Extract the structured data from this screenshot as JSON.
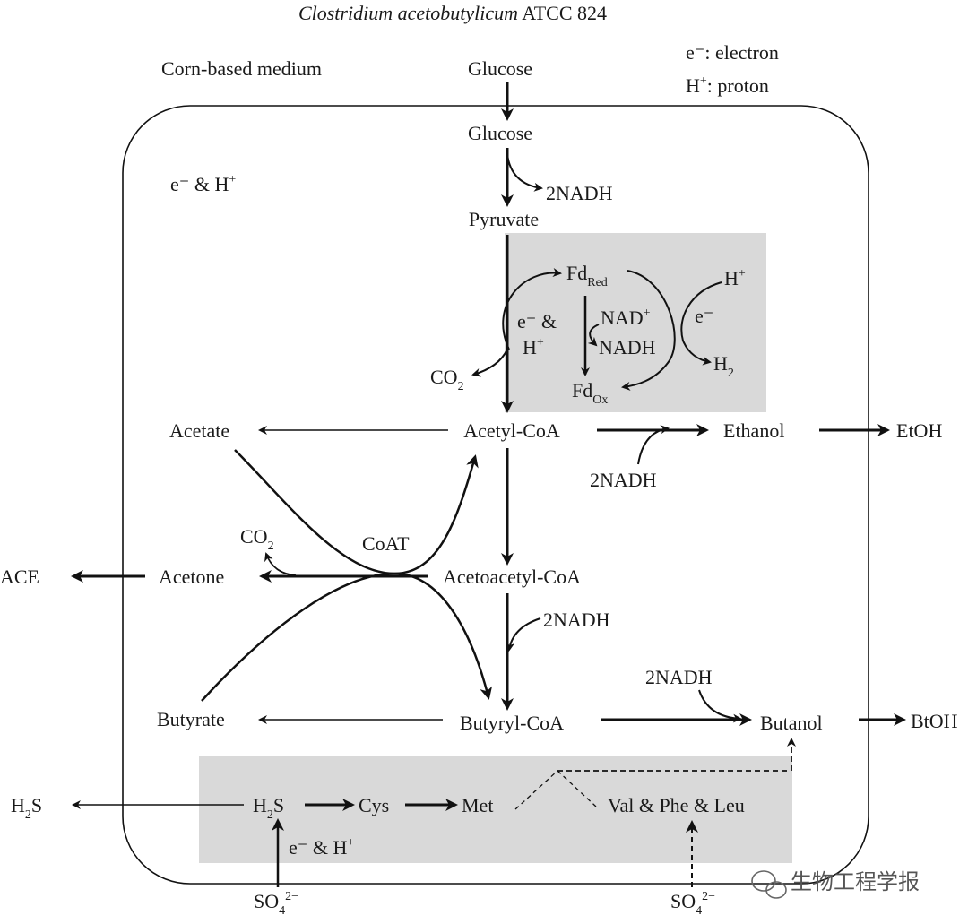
{
  "title": {
    "organism": "Clostridium acetobutylicum",
    "strain": "ATCC 824"
  },
  "outside": {
    "medium": "Corn-based medium",
    "glucose": "Glucose",
    "legend_electron": "e⁻: electron",
    "legend_proton_prefix": "H",
    "legend_proton_sup": "+",
    "legend_proton_suffix": ": proton",
    "ace": "ACE",
    "etoh": "EtOH",
    "btoh": "BtOH",
    "h2s_prefix": "H",
    "h2s_sub": "2",
    "h2s_suffix": "S",
    "so4_prefix": "SO",
    "so4_sub": "4",
    "so4_sup": "2−"
  },
  "cell": {
    "glucose": "Glucose",
    "electrons_protons_prefix": "e⁻ & H",
    "electrons_protons_sup": "+",
    "nadh_glycolysis": "2NADH",
    "pyruvate": "Pyruvate",
    "fd_red": "Fd",
    "fd_red_sub": "Red",
    "fd_ox": "Fd",
    "fd_ox_sub": "Ox",
    "e_and": "e⁻ &",
    "h_plus_prefix": "H",
    "h_plus_sup": "+",
    "nad_plus_prefix": "NAD",
    "nad_plus_sup": "+",
    "nadh_cycle": "NADH",
    "h_plus_right_prefix": "H",
    "h_plus_right_sup": "+",
    "e_minus": "e⁻",
    "h2_prefix": "H",
    "h2_sub": "2",
    "co2_pyr_prefix": "CO",
    "co2_pyr_sub": "2",
    "acetate": "Acetate",
    "acetyl_coa": "Acetyl-CoA",
    "ethanol": "Ethanol",
    "nadh_ethanol": "2NADH",
    "co2_acetone_prefix": "CO",
    "co2_acetone_sub": "2",
    "coat": "CoAT",
    "acetone": "Acetone",
    "acetoacetyl_coa": "Acetoacetyl-CoA",
    "nadh_butyryl": "2NADH",
    "nadh_butanol": "2NADH",
    "butyrate": "Butyrate",
    "butyryl_coa": "Butyryl-CoA",
    "butanol": "Butanol",
    "h2s_prefix": "H",
    "h2s_sub": "2",
    "h2s_suffix": "S",
    "cys": "Cys",
    "met": "Met",
    "val_phe_leu": "Val & Phe & Leu",
    "sulfate_e_prefix": "e⁻ & H",
    "sulfate_e_sup": "+"
  },
  "watermark": "生物工程学报",
  "colors": {
    "shade": "#d9d9d9",
    "ink": "#111111"
  }
}
